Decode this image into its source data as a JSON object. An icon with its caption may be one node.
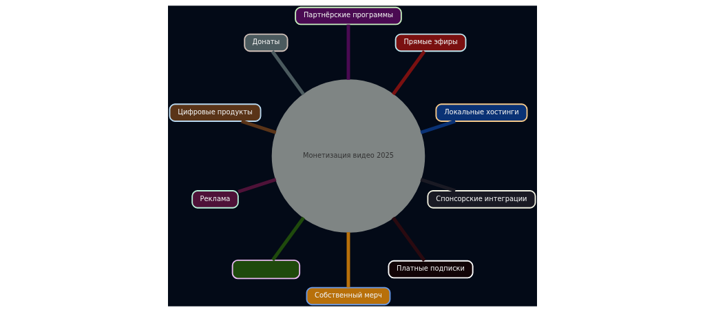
{
  "diagram": {
    "nodes": [
      {
        "text": [
          "Монетизация видео 2025"
        ]
      },
      {
        "text": [
          "Локальные хостинги"
        ]
      },
      {
        "text": [
          "Прямые эфиры"
        ]
      },
      {
        "text": [
          "Партнёрские программы"
        ]
      },
      {
        "text": [
          "Донаты"
        ]
      },
      {
        "text": [
          "Цифровые продукты"
        ]
      },
      {
        "text": [
          "Реклама"
        ]
      },
      {
        "text": [],
        "shape": "box"
      },
      {
        "text": [
          "Собственный мерч"
        ]
      },
      {
        "text": [
          "Платные подписки"
        ]
      },
      {
        "text": [
          "Спонсорские интеграции"
        ]
      }
    ],
    "edges": [
      {
        "from": 0,
        "to": 1,
        "arrow": "none",
        "color": "#0a3275"
      },
      {
        "from": 0,
        "to": 2,
        "arrow": "none",
        "color": "#7a1010"
      },
      {
        "from": 0,
        "to": 3,
        "arrow": "none",
        "color": "#4a0a52"
      },
      {
        "from": 0,
        "to": 4,
        "arrow": "none",
        "color": "#4b5a5e"
      },
      {
        "from": 0,
        "to": 5,
        "arrow": "none",
        "color": "#5a3418"
      },
      {
        "from": 0,
        "to": 6,
        "arrow": "none",
        "color": "#4e1238"
      },
      {
        "from": 0,
        "to": 7,
        "arrow": "none",
        "color": "#1f4a0c"
      },
      {
        "from": 0,
        "to": 8,
        "arrow": "none",
        "color": "#b8700a"
      },
      {
        "from": 0,
        "to": 9,
        "arrow": "none",
        "color": "#2a0a10"
      },
      {
        "from": 0,
        "to": 10,
        "arrow": "none",
        "color": "#1a1a24"
      }
    ]
  }
}
